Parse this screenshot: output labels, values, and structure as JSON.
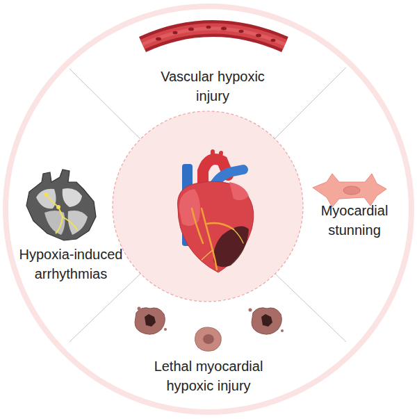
{
  "diagram": {
    "labels": [
      "Vascular hypoxic injury",
      "Hypoxia-induced arrhythmias",
      "Myocardial stunning",
      "Lethal myocardial hypoxic injury"
    ]
  }
}
